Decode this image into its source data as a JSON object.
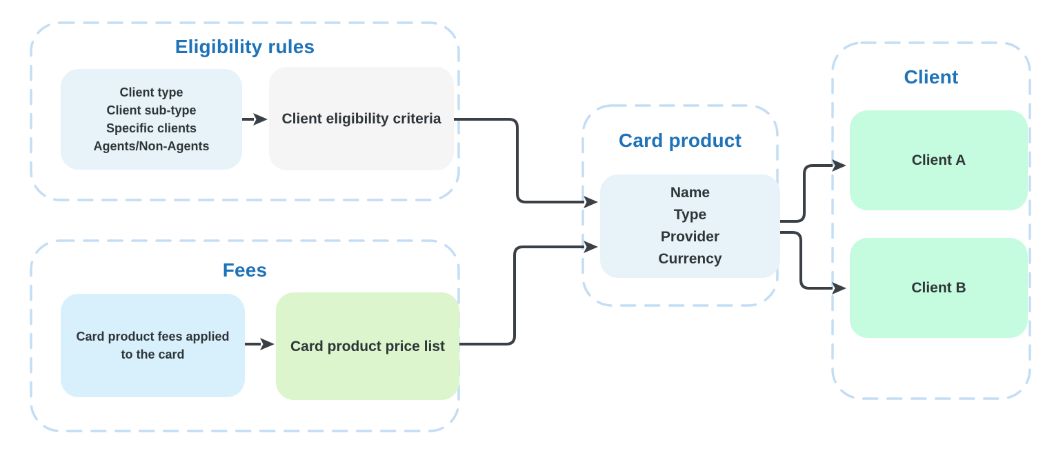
{
  "colors": {
    "group_border": "#C3DDF5",
    "group_title": "#1D72B8",
    "node_text": "#2E3538",
    "connector": "#3A4045",
    "node_fill_light_blue": "#E7F3F9",
    "node_fill_blue": "#D8EFFC",
    "node_fill_gray": "#F5F5F6",
    "node_fill_green": "#DCF5CD",
    "node_fill_mint": "#C5FBDF"
  },
  "groups": {
    "eligibility": {
      "title": "Eligibility rules"
    },
    "fees": {
      "title": "Fees"
    },
    "card_product": {
      "title": "Card product"
    },
    "client": {
      "title": "Client"
    }
  },
  "nodes": {
    "eligibility_inputs": {
      "lines": [
        "Client type",
        "Client sub-type",
        "Specific clients",
        "Agents/Non-Agents"
      ]
    },
    "eligibility_criteria": {
      "label": "Client eligibility criteria"
    },
    "fees_input": {
      "label": "Card product fees applied to the card"
    },
    "price_list": {
      "label": "Card product price list"
    },
    "card_product": {
      "lines": [
        "Name",
        "Type",
        "Provider",
        "Currency"
      ]
    },
    "client_a": {
      "label": "Client A"
    },
    "client_b": {
      "label": "Client B"
    }
  }
}
